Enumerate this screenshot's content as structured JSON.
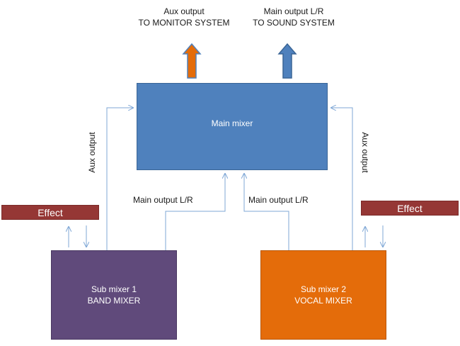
{
  "outputs": {
    "aux": {
      "line1": "Aux output",
      "line2": "TO MONITOR SYSTEM",
      "arrow_color": "#e46c0a"
    },
    "main": {
      "line1": "Main output L/R",
      "line2": "TO SOUND SYSTEM",
      "arrow_color": "#4f81bd"
    }
  },
  "main_mixer": {
    "label": "Main mixer",
    "color": "#4f81bd"
  },
  "sub_mixer_1": {
    "line1": "Sub mixer  1",
    "line2": "BAND MIXER",
    "color": "#604a7b"
  },
  "sub_mixer_2": {
    "line1": "Sub mixer  2",
    "line2": "VOCAL MIXER",
    "color": "#e46c0a"
  },
  "effect_1": {
    "label": "Effect"
  },
  "effect_2": {
    "label": "Effect"
  },
  "labels": {
    "aux_output_left": "Aux output",
    "aux_output_right": "Aux output",
    "main_output_left": "Main output L/R",
    "main_output_right": "Main output L/R"
  },
  "colors": {
    "connector": "#7fa7d6",
    "effect": "#953735"
  }
}
